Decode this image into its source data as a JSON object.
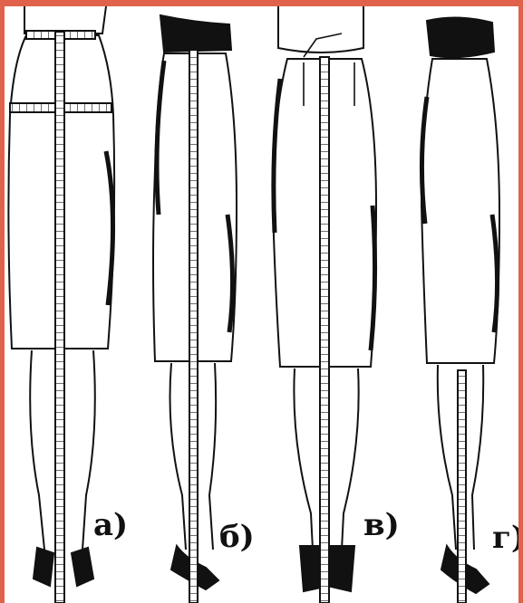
{
  "colors": {
    "frame": "#e0624a",
    "ink": "#111111",
    "paper": "#ffffff"
  },
  "figures": [
    {
      "id": "a",
      "label": "а)"
    },
    {
      "id": "b",
      "label": "б)"
    },
    {
      "id": "v",
      "label": "в)"
    },
    {
      "id": "g",
      "label": "г)"
    }
  ]
}
